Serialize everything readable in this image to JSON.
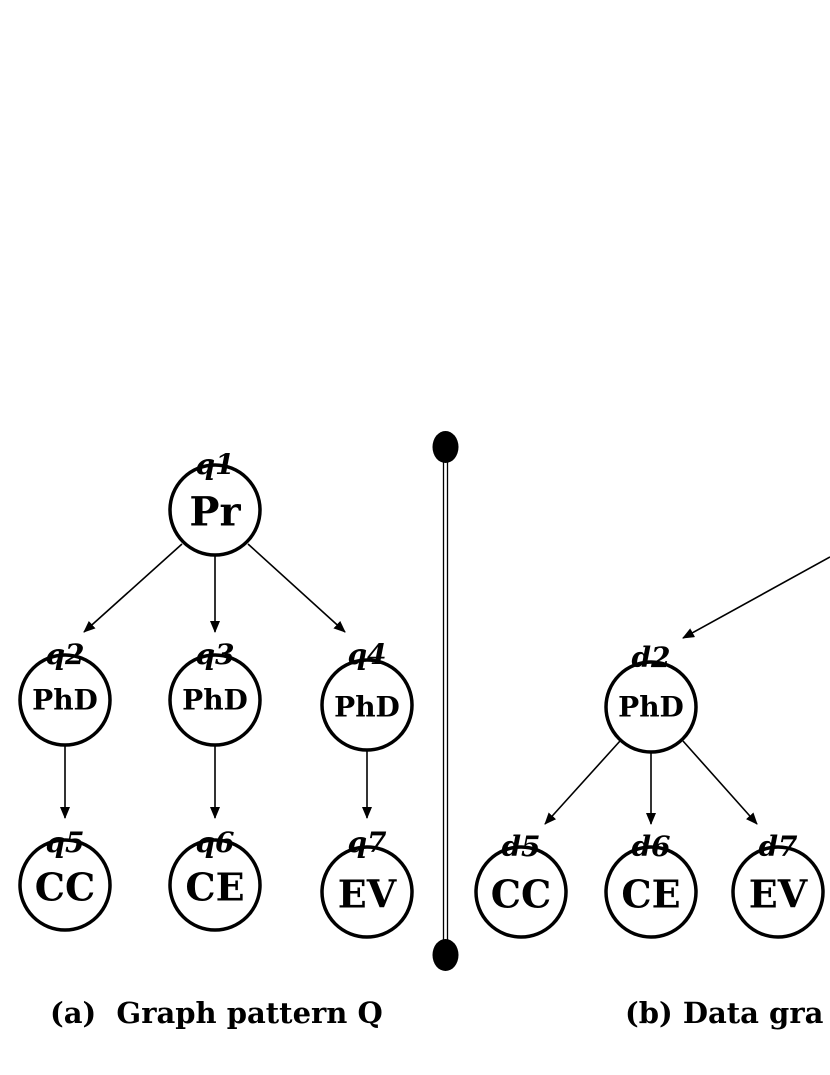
{
  "colors": {
    "ink": "#000000",
    "background": "#ffffff"
  },
  "pattern": {
    "caption": "(a)  Graph pattern Q",
    "nodes": [
      {
        "id": "q1",
        "label": "Pr"
      },
      {
        "id": "q2",
        "label": "PhD"
      },
      {
        "id": "q3",
        "label": "PhD"
      },
      {
        "id": "q4",
        "label": "PhD"
      },
      {
        "id": "q5",
        "label": "CC"
      },
      {
        "id": "q6",
        "label": "CE"
      },
      {
        "id": "q7",
        "label": "EV"
      }
    ],
    "edges": [
      {
        "from": "q1",
        "to": "q2"
      },
      {
        "from": "q1",
        "to": "q3"
      },
      {
        "from": "q1",
        "to": "q4"
      },
      {
        "from": "q2",
        "to": "q5"
      },
      {
        "from": "q3",
        "to": "q6"
      },
      {
        "from": "q4",
        "to": "q7"
      }
    ]
  },
  "data_graph": {
    "caption": "(b) Data gra",
    "nodes": [
      {
        "id": "d2",
        "label": "PhD"
      },
      {
        "id": "d5",
        "label": "CC"
      },
      {
        "id": "d6",
        "label": "CE"
      },
      {
        "id": "d7",
        "label": "EV"
      }
    ],
    "edges": [
      {
        "from": "offscreen",
        "to": "d2"
      },
      {
        "from": "d2",
        "to": "d5"
      },
      {
        "from": "d2",
        "to": "d6"
      },
      {
        "from": "d2",
        "to": "d7"
      }
    ]
  }
}
